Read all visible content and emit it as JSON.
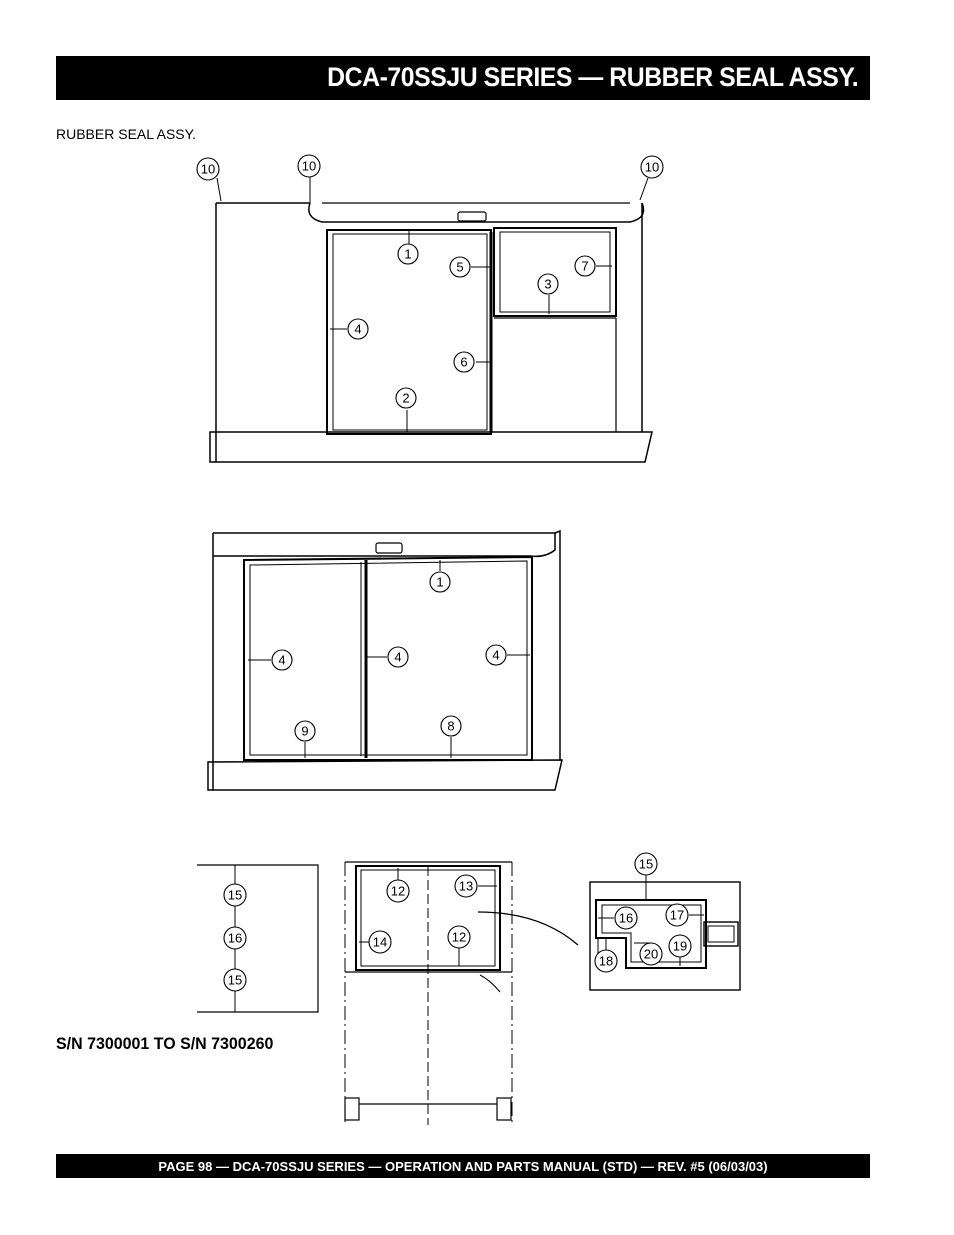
{
  "header": {
    "title": "DCA-70SSJU SERIES — RUBBER SEAL ASSY."
  },
  "section_label": "RUBBER SEAL ASSY.",
  "serial_range": "S/N 7300001 TO S/N 7300260",
  "footer": {
    "text": "PAGE 98 — DCA-70SSJU SERIES —  OPERATION AND PARTS  MANUAL  (STD) — REV. #5  (06/03/03)"
  },
  "callouts": {
    "view1": [
      "10",
      "10",
      "10",
      "1",
      "5",
      "7",
      "3",
      "4",
      "6",
      "2"
    ],
    "view2": [
      "1",
      "4",
      "4",
      "4",
      "9",
      "8"
    ],
    "detail_strip": [
      "15",
      "16",
      "15"
    ],
    "detail_door": [
      "12",
      "13",
      "14",
      "12"
    ],
    "detail_section": [
      "15",
      "16",
      "17",
      "18",
      "20",
      "19"
    ]
  }
}
